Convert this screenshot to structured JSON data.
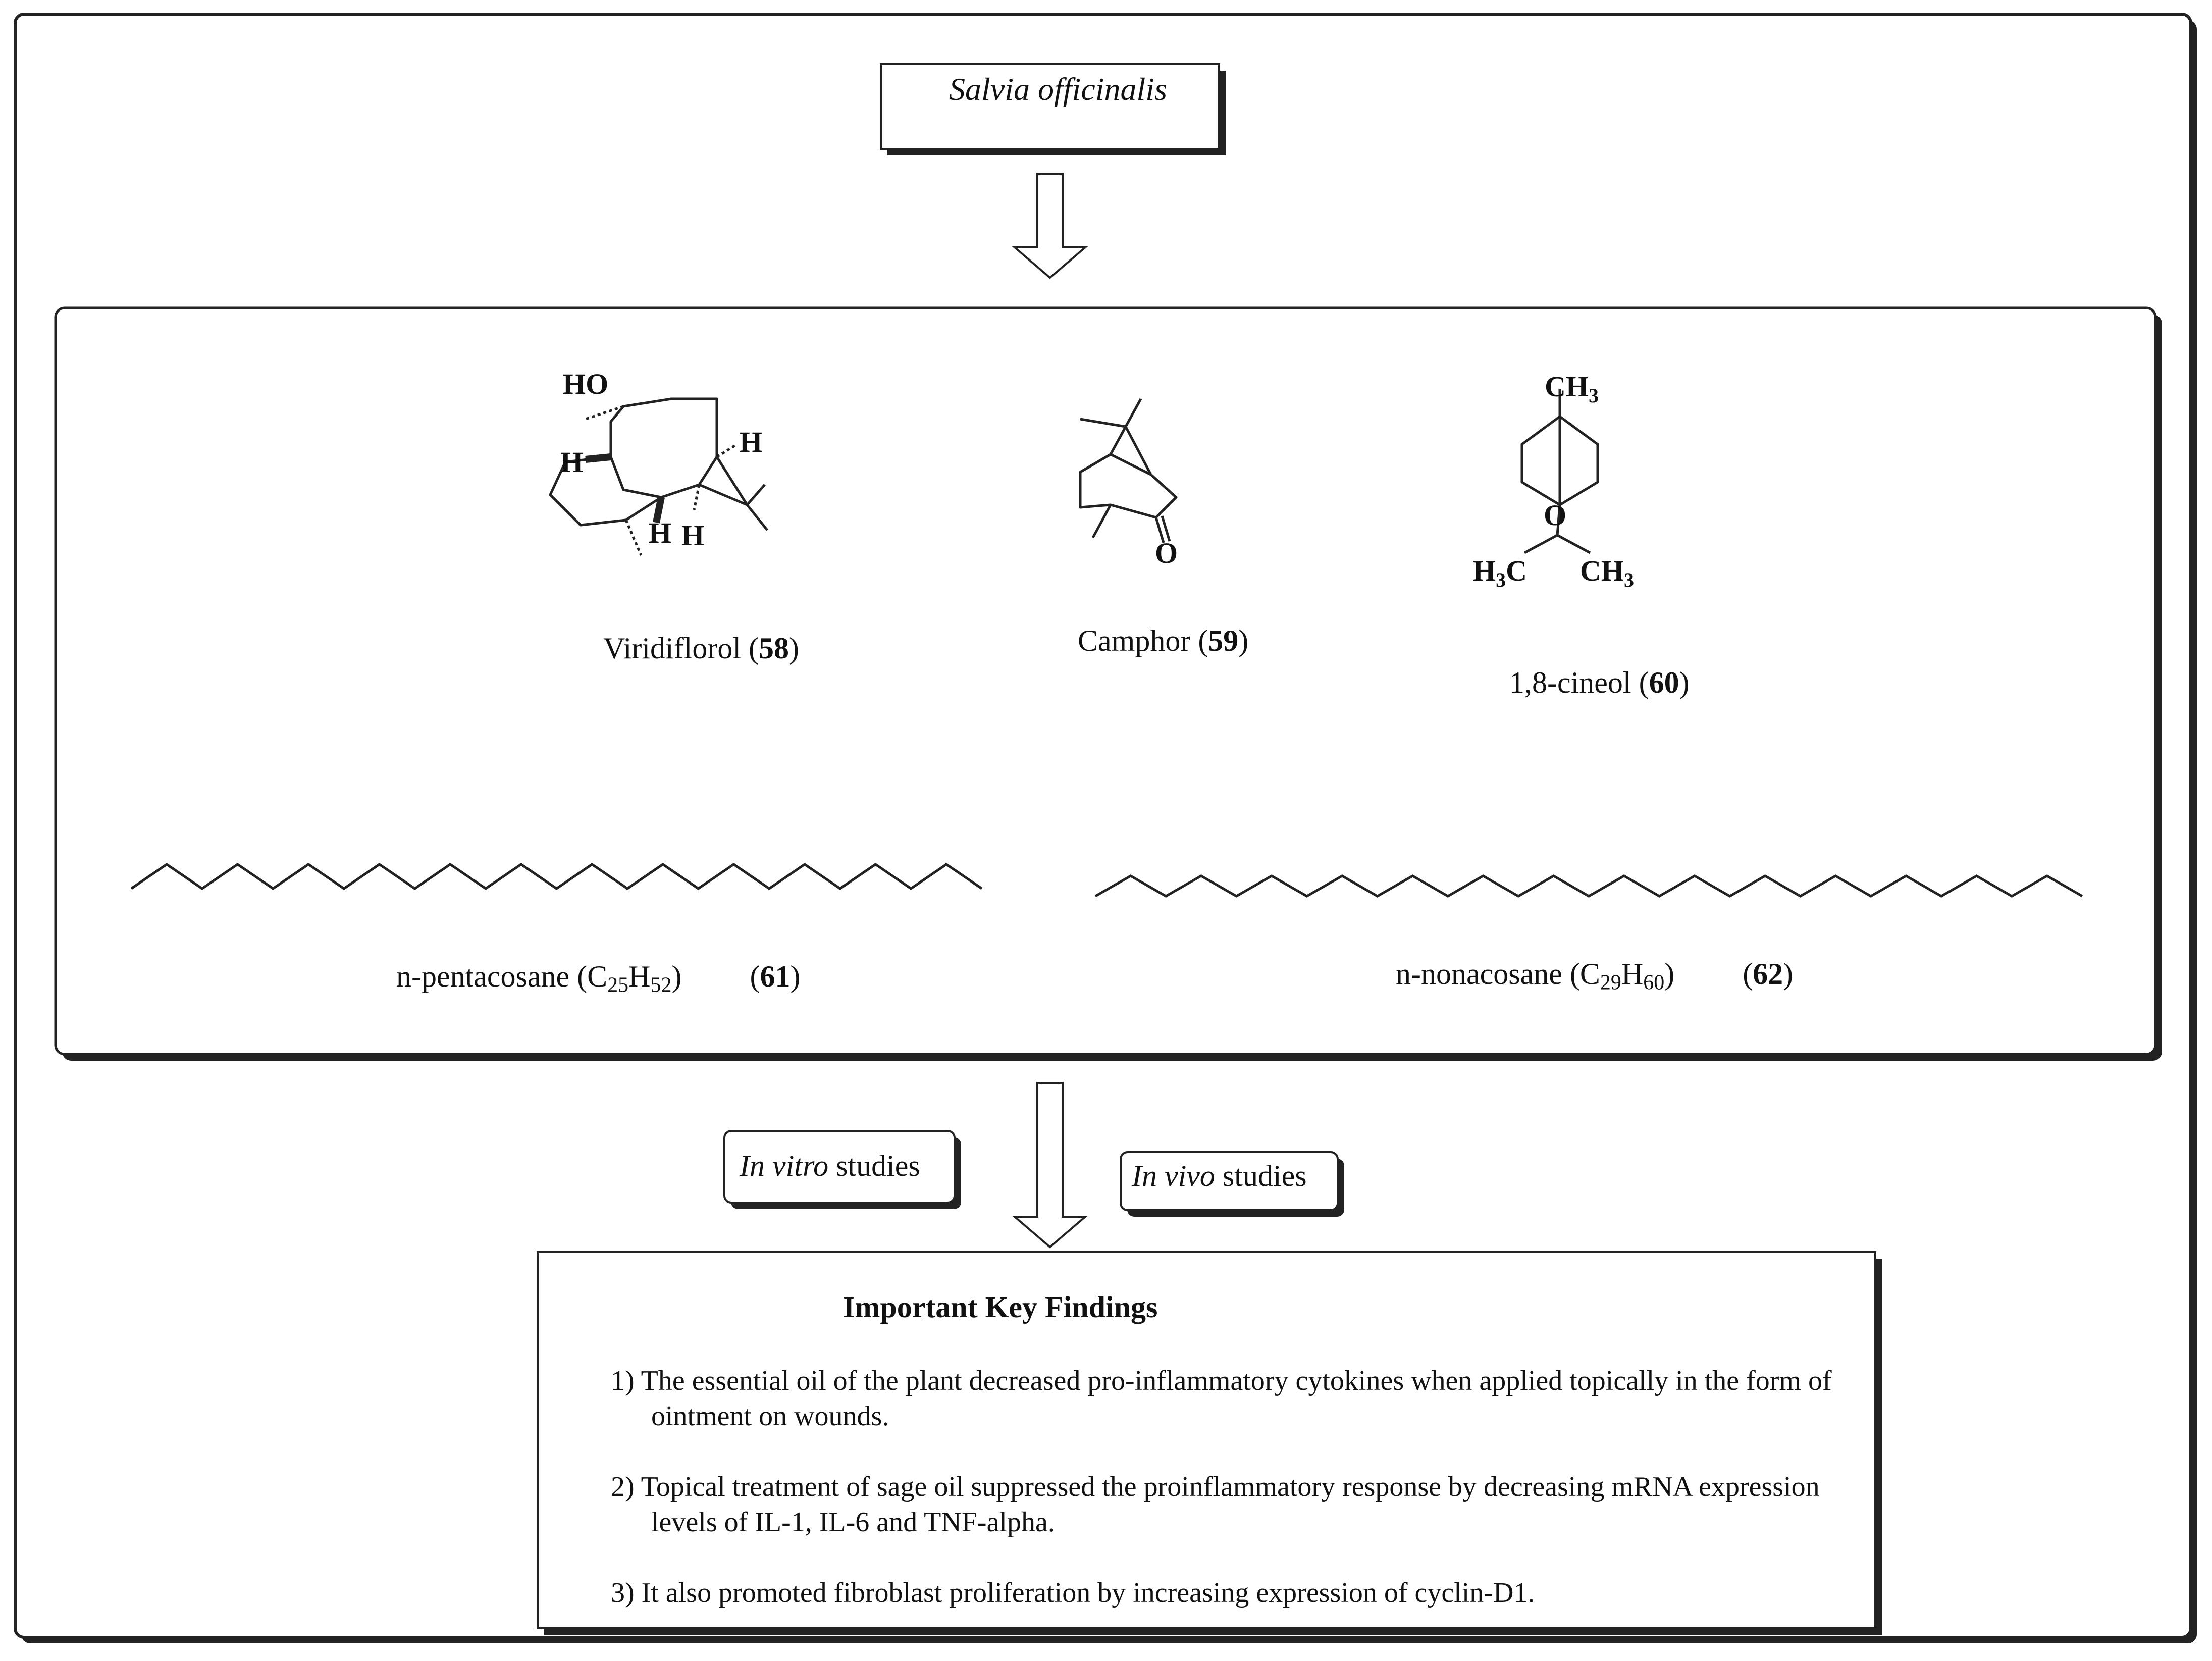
{
  "source_box": {
    "label": "Salvia officinalis"
  },
  "compounds": {
    "viridiflorol": {
      "name": "Viridiflorol",
      "number": "58",
      "atom_labels": [
        "HO",
        "H",
        "H",
        "H",
        "H"
      ]
    },
    "camphor": {
      "name": "Camphor",
      "number": "59",
      "atom_labels": [
        "O"
      ]
    },
    "cineol": {
      "name": "1,8-cineol",
      "number": "60",
      "atom_labels": [
        "CH",
        "3",
        "O",
        "H",
        "3",
        "C",
        "CH",
        "3"
      ]
    },
    "pentacosane": {
      "name": "n-pentacosane (C",
      "c_sub": "25",
      "h": "H",
      "h_sub": "52",
      "close": ")",
      "number": "61"
    },
    "nonacosane": {
      "name": "n-nonacosane (C",
      "c_sub": "29",
      "h": "H",
      "h_sub": "60",
      "close": ")",
      "number": "62"
    }
  },
  "study_labels": {
    "in_vitro": {
      "italic": "In vitro",
      "rest": " studies"
    },
    "in_vivo": {
      "italic": "In vivo",
      "rest": " studies"
    }
  },
  "findings": {
    "title": "Important Key Findings",
    "items": [
      "1) The essential oil of the plant decreased pro-inflammatory cytokines when applied topically in the form of ointment on wounds.",
      "2) Topical treatment of sage oil suppressed the proinflammatory response by decreasing mRNA expression levels of IL-1, IL-6 and TNF-alpha.",
      "3) It also promoted fibroblast proliferation by increasing expression of cyclin-D1."
    ]
  }
}
